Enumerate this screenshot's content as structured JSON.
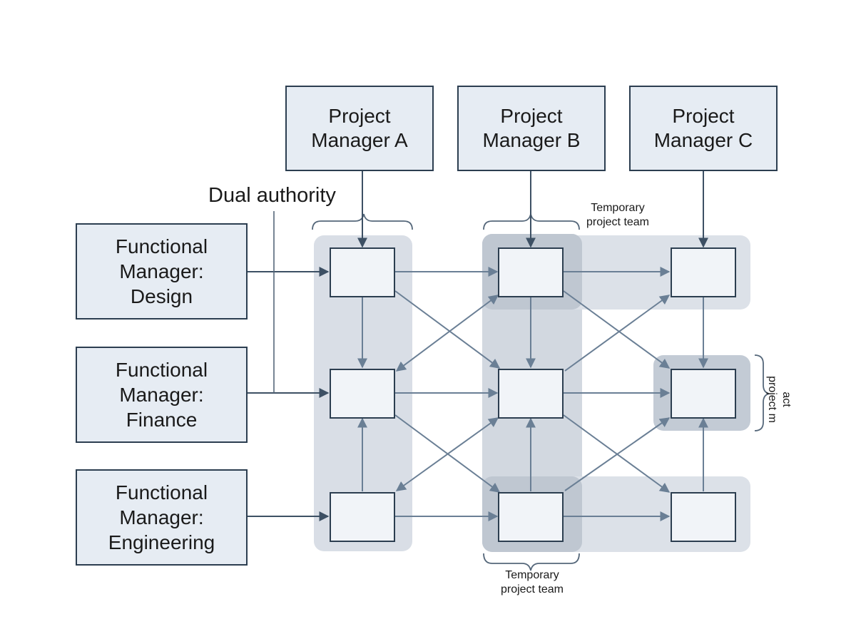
{
  "project_managers": [
    {
      "id": "pm-a",
      "line1": "Project",
      "line2": "Manager A"
    },
    {
      "id": "pm-b",
      "line1": "Project",
      "line2": "Manager B"
    },
    {
      "id": "pm-c",
      "line1": "Project",
      "line2": "Manager C"
    }
  ],
  "functional_managers": [
    {
      "id": "fm-design",
      "line1": "Functional",
      "line2": "Manager:",
      "line3": "Design"
    },
    {
      "id": "fm-finance",
      "line1": "Functional",
      "line2": "Manager:",
      "line3": "Finance"
    },
    {
      "id": "fm-engineering",
      "line1": "Functional",
      "line2": "Manager:",
      "line3": "Engineering"
    }
  ],
  "labels": {
    "dual_authority": "Dual authority",
    "temp_team_top_line1": "Temporary",
    "temp_team_top_line2": "project team",
    "temp_team_bottom_line1": "Temporary",
    "temp_team_bottom_line2": "project team",
    "side_line1": "act",
    "side_line2": "project m"
  },
  "colors": {
    "box_fill": "#e6ecf3",
    "box_border": "#2c3e50",
    "arrow": "#6a7f95",
    "group_shade": "#d7dce4",
    "group_dark": "#b9c2cd"
  }
}
